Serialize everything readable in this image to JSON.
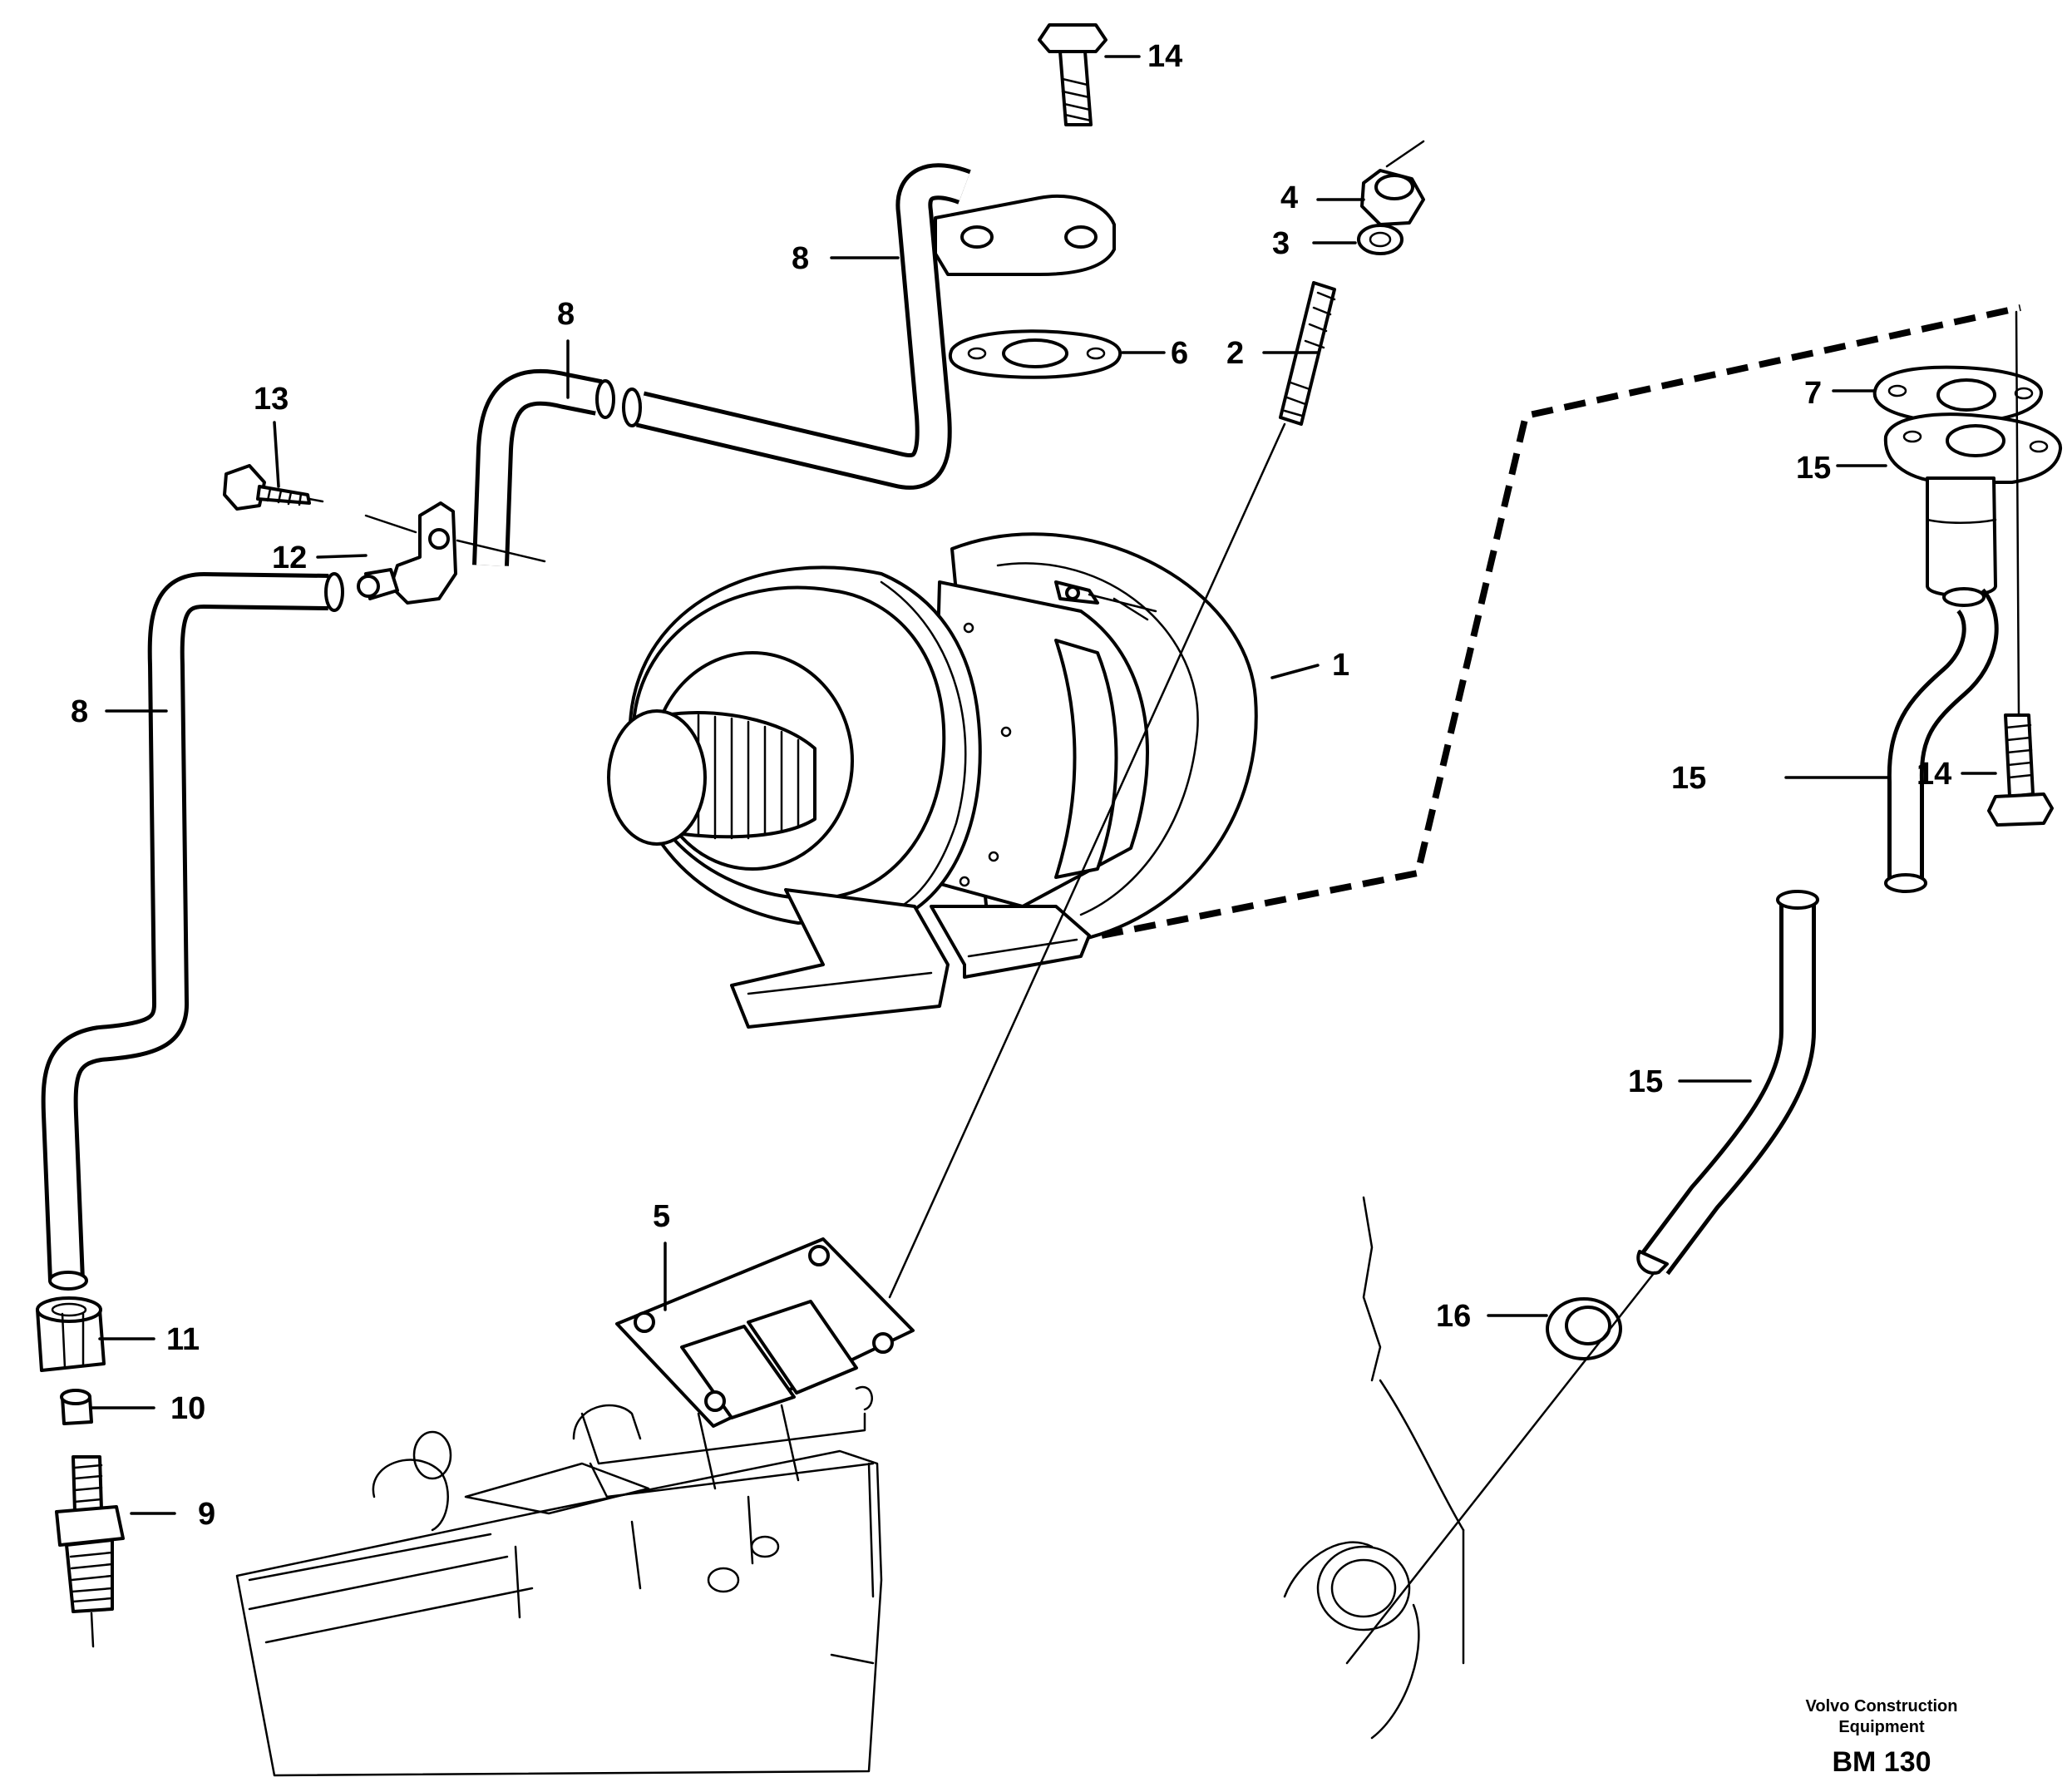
{
  "callouts": {
    "c1": "1",
    "c2": "2",
    "c3": "3",
    "c4": "4",
    "c5": "5",
    "c6": "6",
    "c7": "7",
    "c8a": "8",
    "c8b": "8",
    "c8c": "8",
    "c9": "9",
    "c10": "10",
    "c11": "11",
    "c12": "12",
    "c13": "13",
    "c14a": "14",
    "c14b": "14",
    "c15a": "15",
    "c15b": "15",
    "c15c": "15",
    "c16": "16"
  },
  "footer": {
    "brand_line1": "Volvo Construction",
    "brand_line2": "Equipment",
    "code": "BM 130"
  }
}
